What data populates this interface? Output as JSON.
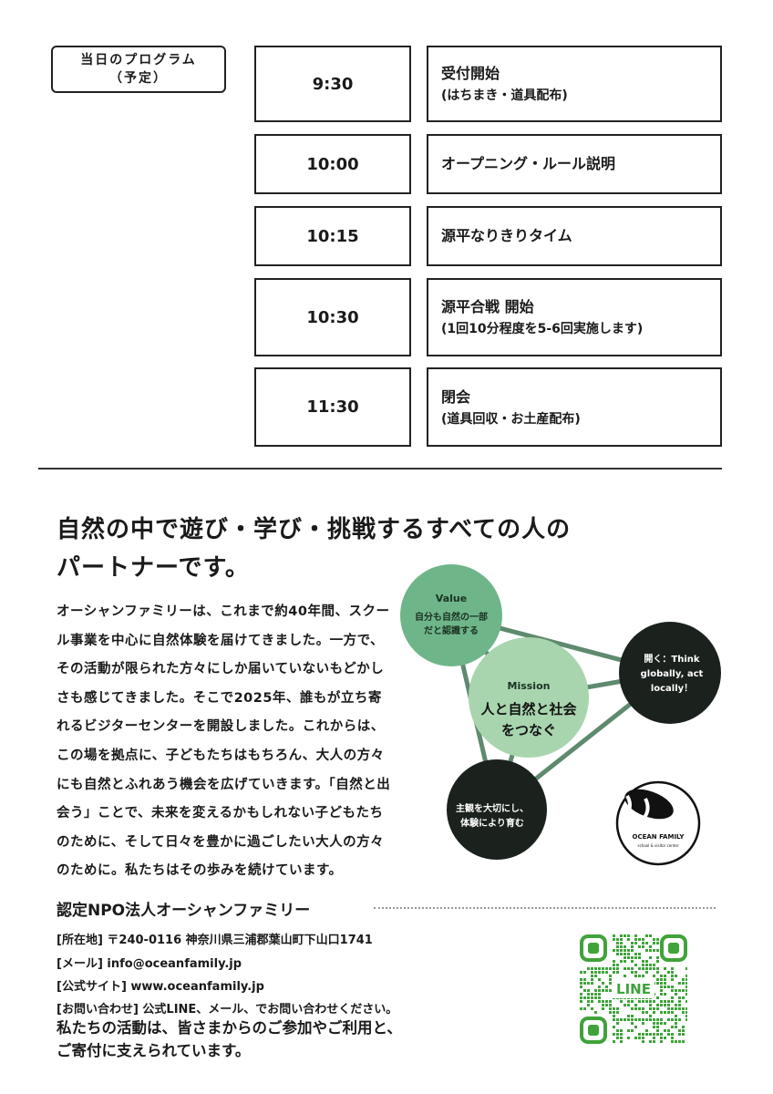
{
  "program": {
    "label_line1": "当日のプログラム",
    "label_line2": "（予定）",
    "rows": [
      {
        "time": "9:30",
        "title": "受付開始",
        "sub": "(はちまき・道具配布)"
      },
      {
        "time": "10:00",
        "title": "オープニング・ルール説明",
        "sub": ""
      },
      {
        "time": "10:15",
        "title": "源平なりきりタイム",
        "sub": ""
      },
      {
        "time": "10:30",
        "title": "源平合戦 開始",
        "sub": "(1回10分程度を5-6回実施します)"
      },
      {
        "time": "11:30",
        "title": "閉会",
        "sub": "(道具回収・お土産配布)"
      }
    ]
  },
  "headline": {
    "line1": "自然の中で遊び・学び・挑戦するすべての人の",
    "line2": "パートナーです。"
  },
  "paragraph": "オーシャンファミリーは、これまで約40年間、スクール事業を中心に自然体験を届けてきました。一方で、その活動が限られた方々にしか届いていないもどかしさも感じてきました。そこで2025年、誰もが立ち寄れるビジターセンターを開設しました。これからは、この場を拠点に、子どもたちはもちろん、大人の方々にも自然とふれあう機会を広げていきます。「自然と出会う」ことで、未来を変えるかもしれない子どもたちのために、そして日々を豊かに過ごしたい大人の方々のために。私たちはその歩みを続けています。",
  "diagram": {
    "value_title": "Value",
    "value_l1": "自分も自然の一部",
    "value_l2": "だと認識する",
    "mission_title": "Mission",
    "mission_l1": "人と自然と社会",
    "mission_l2": "をつなぐ",
    "right_l1": "開く：Think",
    "right_l2": "globally, act",
    "right_l3": "locally！",
    "bottom_l1": "主観を大切にし、",
    "bottom_l2": "体験により育む",
    "logo_text": "OCEAN FAMILY",
    "logo_sub": "school & visitor center",
    "colors": {
      "value": "#6fb58a",
      "mission": "#a8d5ae",
      "dark": "#1b221e",
      "line": "#5e8a6e"
    }
  },
  "footer": {
    "org": "認定NPO法人オーシャンファミリー",
    "address": "[所在地] 〒240-0116 神奈川県三浦郡葉山町下山口1741",
    "mail": "[メール] info@oceanfamily.jp",
    "site": "[公式サイト] www.oceanfamily.jp",
    "contact": "[お問い合わせ] 公式LINE、メール、でお問い合わせください。",
    "support_l1": "私たちの活動は、皆さまからのご参加やご利用と、",
    "support_l2": "ご寄付に支えられています。",
    "qr_label": "LINE",
    "qr_color": "#3fa33a"
  }
}
